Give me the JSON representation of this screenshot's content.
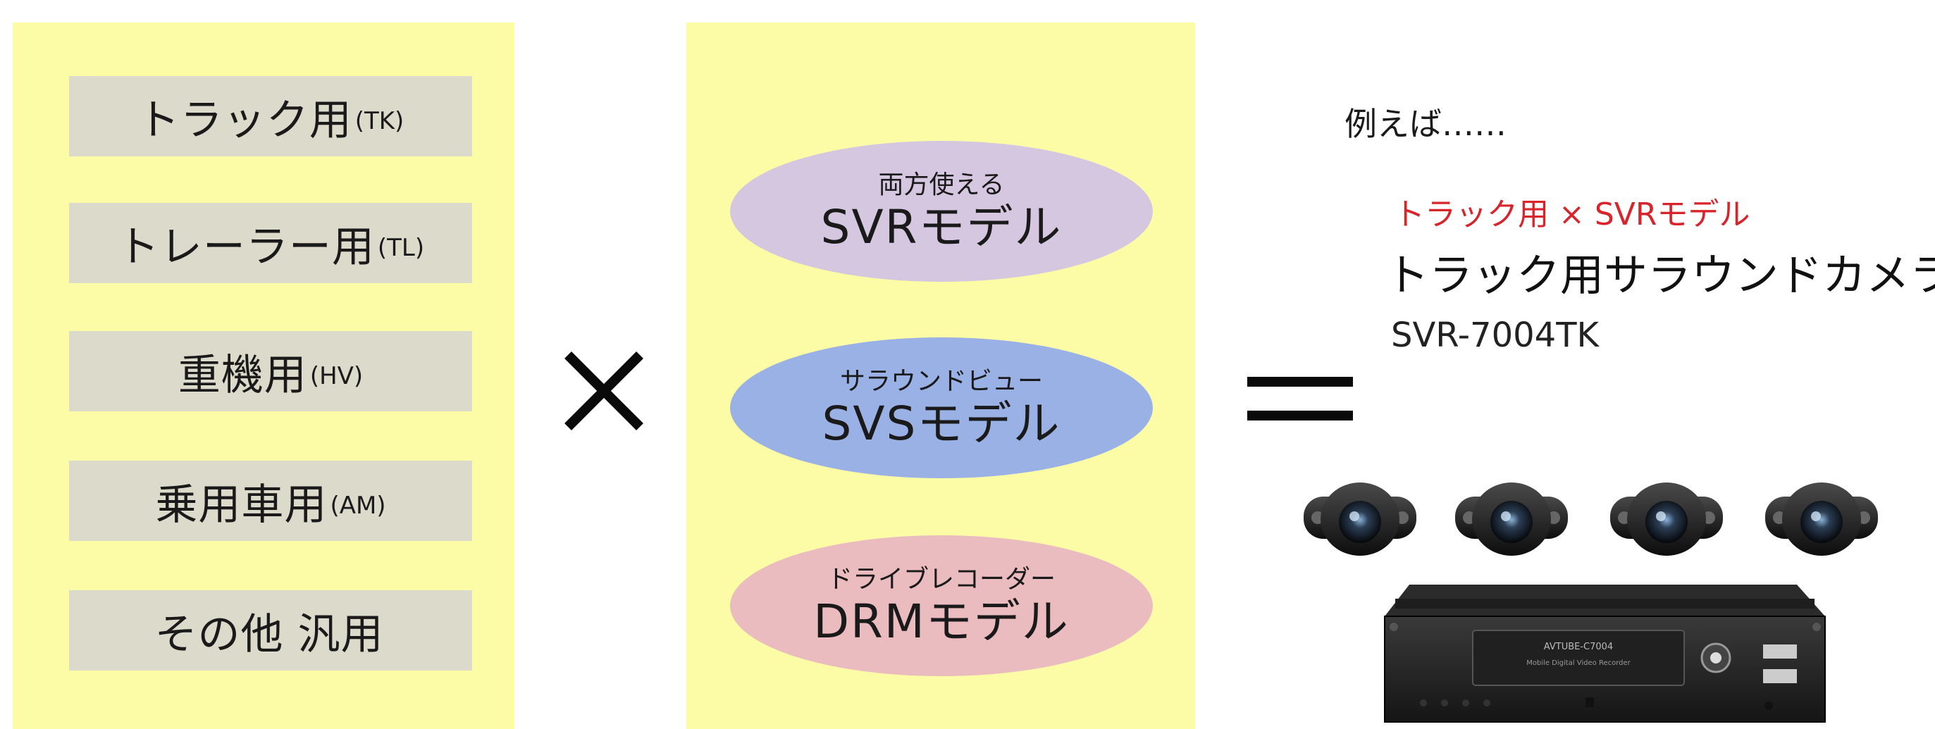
{
  "vehicle_types": [
    {
      "label": "トラック用",
      "code": "(TK)"
    },
    {
      "label": "トレーラー用",
      "code": "(TL)"
    },
    {
      "label": "重機用",
      "code": "(HV)"
    },
    {
      "label": "乗用車用",
      "code": "(AM)"
    },
    {
      "label": "その他 汎用",
      "code": ""
    }
  ],
  "operator_multiply": "×",
  "operator_equals": "=",
  "models": [
    {
      "subtitle": "両方使える",
      "name": "SVRモデル",
      "color": "#d5c7df"
    },
    {
      "subtitle": "サラウンドビュー",
      "name": "SVSモデル",
      "color": "#9ab1e5"
    },
    {
      "subtitle": "ドライブレコーダー",
      "name": "DRMモデル",
      "color": "#ebbcbf"
    }
  ],
  "example": {
    "intro": "例えば……",
    "combination": "トラック用 × SVRモデル",
    "product_name": "トラック用サラウンドカメラ",
    "product_code": "SVR-7004TK"
  },
  "device": {
    "front_label": "AVTUBE-C7004",
    "front_sublabel": "Mobile Digital Video Recorder"
  },
  "colors": {
    "panel_bg": "#fdfca6",
    "box_bg": "#dcdacb",
    "accent_red": "#d8242a"
  }
}
